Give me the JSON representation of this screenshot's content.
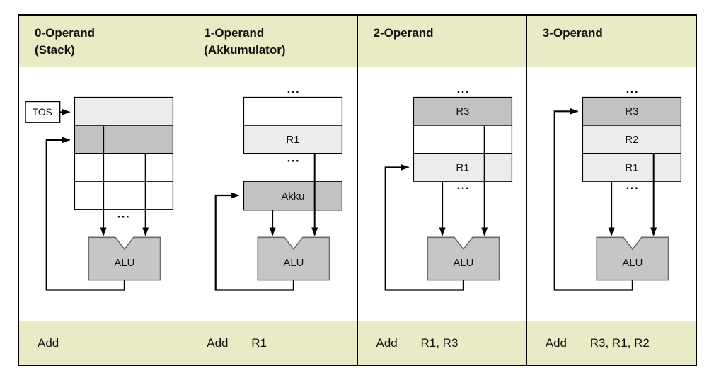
{
  "colors": {
    "band_background": "#e9ebc5",
    "cell_dark_gray": "#c2c2c2",
    "cell_light_gray": "#ececec",
    "cell_white": "#ffffff",
    "alu_fill": "#c6c6c6",
    "alu_border": "#6b6b6b",
    "line_color": "#000000"
  },
  "glyphs": {
    "ellipsis": "..."
  },
  "columns": [
    {
      "header_line1": "0-Operand",
      "header_line2": "(Stack)",
      "instruction": {
        "mnemonic": "Add",
        "operands": ""
      },
      "diagram": {
        "tos_label": "TOS",
        "alu_label": "ALU",
        "cells": [
          {
            "label": "",
            "shade": "light"
          },
          {
            "label": "",
            "shade": "dark"
          },
          {
            "label": "",
            "shade": "white"
          },
          {
            "label": "",
            "shade": "white"
          }
        ]
      }
    },
    {
      "header_line1": "1-Operand",
      "header_line2": "(Akkumulator)",
      "instruction": {
        "mnemonic": "Add",
        "operands": "R1"
      },
      "diagram": {
        "akku_label": "Akku",
        "alu_label": "ALU",
        "cells": [
          {
            "label": "",
            "shade": "white"
          },
          {
            "label": "R1",
            "shade": "light"
          }
        ]
      }
    },
    {
      "header_line1": "2-Operand",
      "header_line2": "",
      "instruction": {
        "mnemonic": "Add",
        "operands": "R1, R3"
      },
      "diagram": {
        "alu_label": "ALU",
        "cells": [
          {
            "label": "R3",
            "shade": "dark"
          },
          {
            "label": "",
            "shade": "white"
          },
          {
            "label": "R1",
            "shade": "light"
          }
        ]
      }
    },
    {
      "header_line1": "3-Operand",
      "header_line2": "",
      "instruction": {
        "mnemonic": "Add",
        "operands": "R3, R1, R2"
      },
      "diagram": {
        "alu_label": "ALU",
        "cells": [
          {
            "label": "R3",
            "shade": "dark"
          },
          {
            "label": "R2",
            "shade": "light"
          },
          {
            "label": "R1",
            "shade": "light"
          }
        ]
      }
    }
  ]
}
